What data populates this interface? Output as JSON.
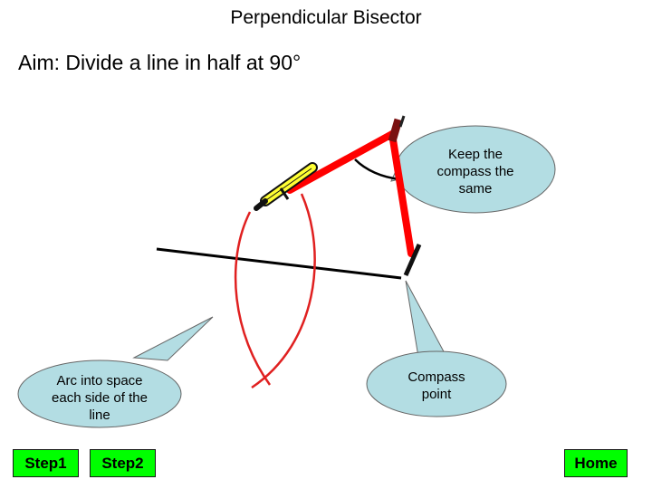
{
  "title": "Perpendicular Bisector",
  "aim": "Aim: Divide a line in half at 90°",
  "callouts": {
    "keep_same": "Keep the compass the same",
    "arc_into_space": "Arc into space each side of the line",
    "compass_point": "Compass point"
  },
  "buttons": {
    "step1": "Step1",
    "step2": "Step2",
    "home": "Home"
  },
  "colors": {
    "compass": "#ff0000",
    "pencil": "#ffff33",
    "callout_fill": "#b3dde3",
    "button": "#00ff00",
    "arc": "#e02020"
  }
}
